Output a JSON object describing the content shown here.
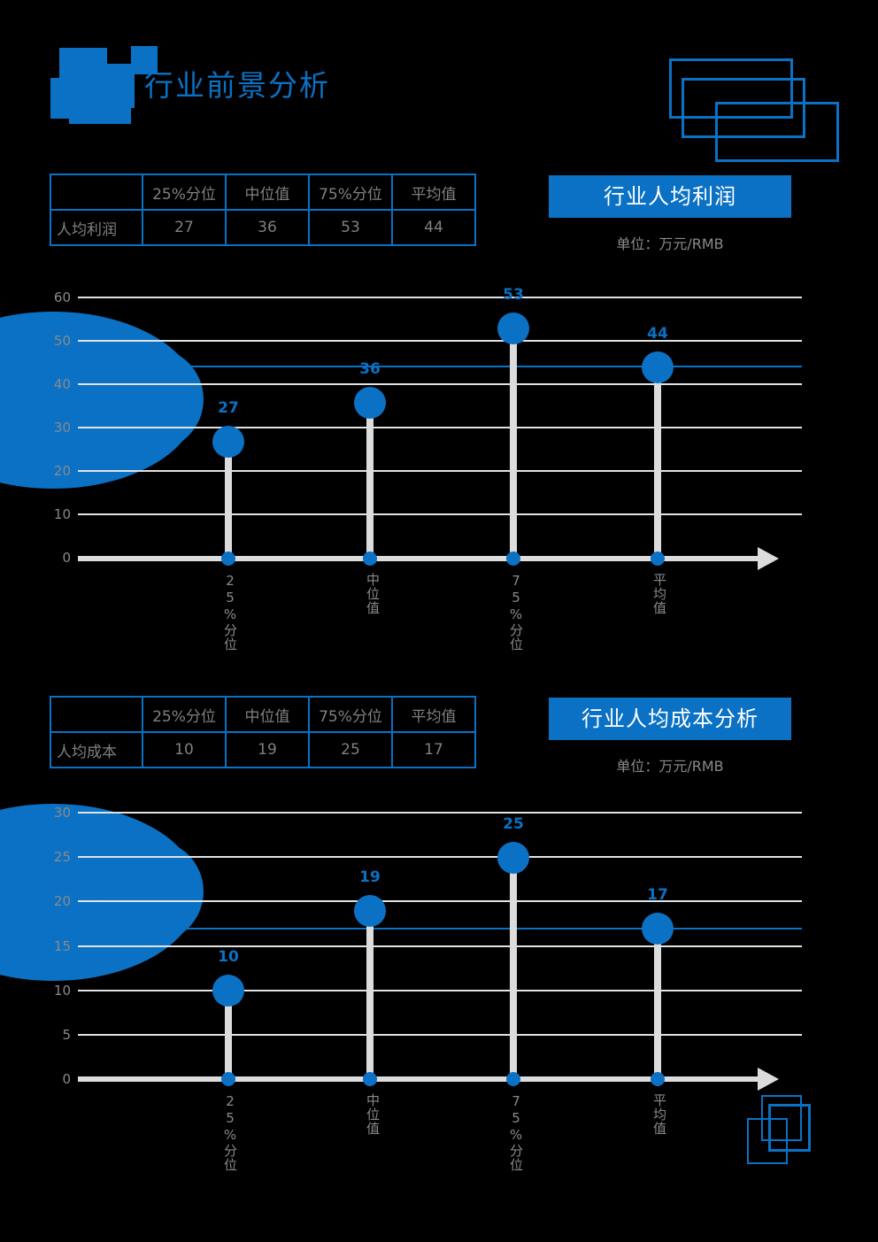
{
  "header": {
    "title": "行业前景分析",
    "accent_color": "#0a71c4",
    "background_color": "#000000",
    "decor_topright": "overlapping-rectangles",
    "decor_bottomright": "overlapping-squares"
  },
  "sections": [
    {
      "badge_title": "行业人均利润",
      "badge_unit": "单位：万元/RMB",
      "table": {
        "columns": [
          "",
          "25%分位",
          "中位值",
          "75%分位",
          "平均值"
        ],
        "row_label": "人均利润",
        "values": [
          "27",
          "36",
          "53",
          "44"
        ]
      },
      "chart_data": {
        "type": "line",
        "subtype": "lollipop",
        "title": "行业人均利润",
        "xlabel": "",
        "ylabel": "万元/RMB",
        "categories": [
          "25%分位",
          "中位值",
          "75%分位",
          "平均值"
        ],
        "values": [
          27,
          36,
          53,
          44
        ],
        "data_labels": [
          "27",
          "36",
          "53",
          "44"
        ],
        "yticks": [
          0,
          10,
          20,
          30,
          40,
          50,
          60
        ],
        "ylim": [
          0,
          60
        ],
        "grid": true,
        "legend": "none",
        "reference_line": {
          "label": "平均值",
          "value": 44,
          "color": "#0a71c4"
        },
        "marker_color": "#0a71c4",
        "stem_color": "#dcdcdc"
      }
    },
    {
      "badge_title": "行业人均成本分析",
      "badge_unit": "单位：万元/RMB",
      "table": {
        "columns": [
          "",
          "25%分位",
          "中位值",
          "75%分位",
          "平均值"
        ],
        "row_label": "人均成本",
        "values": [
          "10",
          "19",
          "25",
          "17"
        ]
      },
      "chart_data": {
        "type": "line",
        "subtype": "lollipop",
        "title": "行业人均成本分析",
        "xlabel": "",
        "ylabel": "万元/RMB",
        "categories": [
          "25%分位",
          "中位值",
          "75%分位",
          "平均值"
        ],
        "values": [
          10,
          19,
          25,
          17
        ],
        "data_labels": [
          "10",
          "19",
          "25",
          "17"
        ],
        "yticks": [
          0,
          5,
          10,
          15,
          20,
          25,
          30
        ],
        "ylim": [
          0,
          30
        ],
        "grid": true,
        "legend": "none",
        "reference_line": {
          "label": "平均值",
          "value": 17,
          "color": "#0a71c4"
        },
        "marker_color": "#0a71c4",
        "stem_color": "#dcdcdc"
      }
    }
  ]
}
